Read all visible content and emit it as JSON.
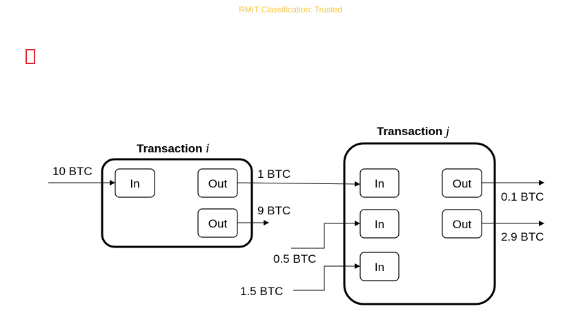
{
  "classification": "RMIT Classification: Trusted",
  "icons": {
    "placeholder": "missing-glyph-icon",
    "accent": "#e8202a"
  },
  "transaction_i": {
    "title": "Transaction ",
    "var": "i",
    "input_label": "In",
    "output_labels": [
      "Out",
      "Out"
    ],
    "incoming_amount": "10 BTC",
    "output_amounts": [
      "1 BTC",
      "9 BTC"
    ]
  },
  "transaction_j": {
    "title": "Transaction ",
    "var": "j",
    "input_labels": [
      "In",
      "In",
      "In"
    ],
    "output_labels": [
      "Out",
      "Out"
    ],
    "extra_inputs": [
      "0.5 BTC",
      "1.5 BTC"
    ],
    "output_amounts": [
      "0.1 BTC",
      "2.9 BTC"
    ]
  }
}
